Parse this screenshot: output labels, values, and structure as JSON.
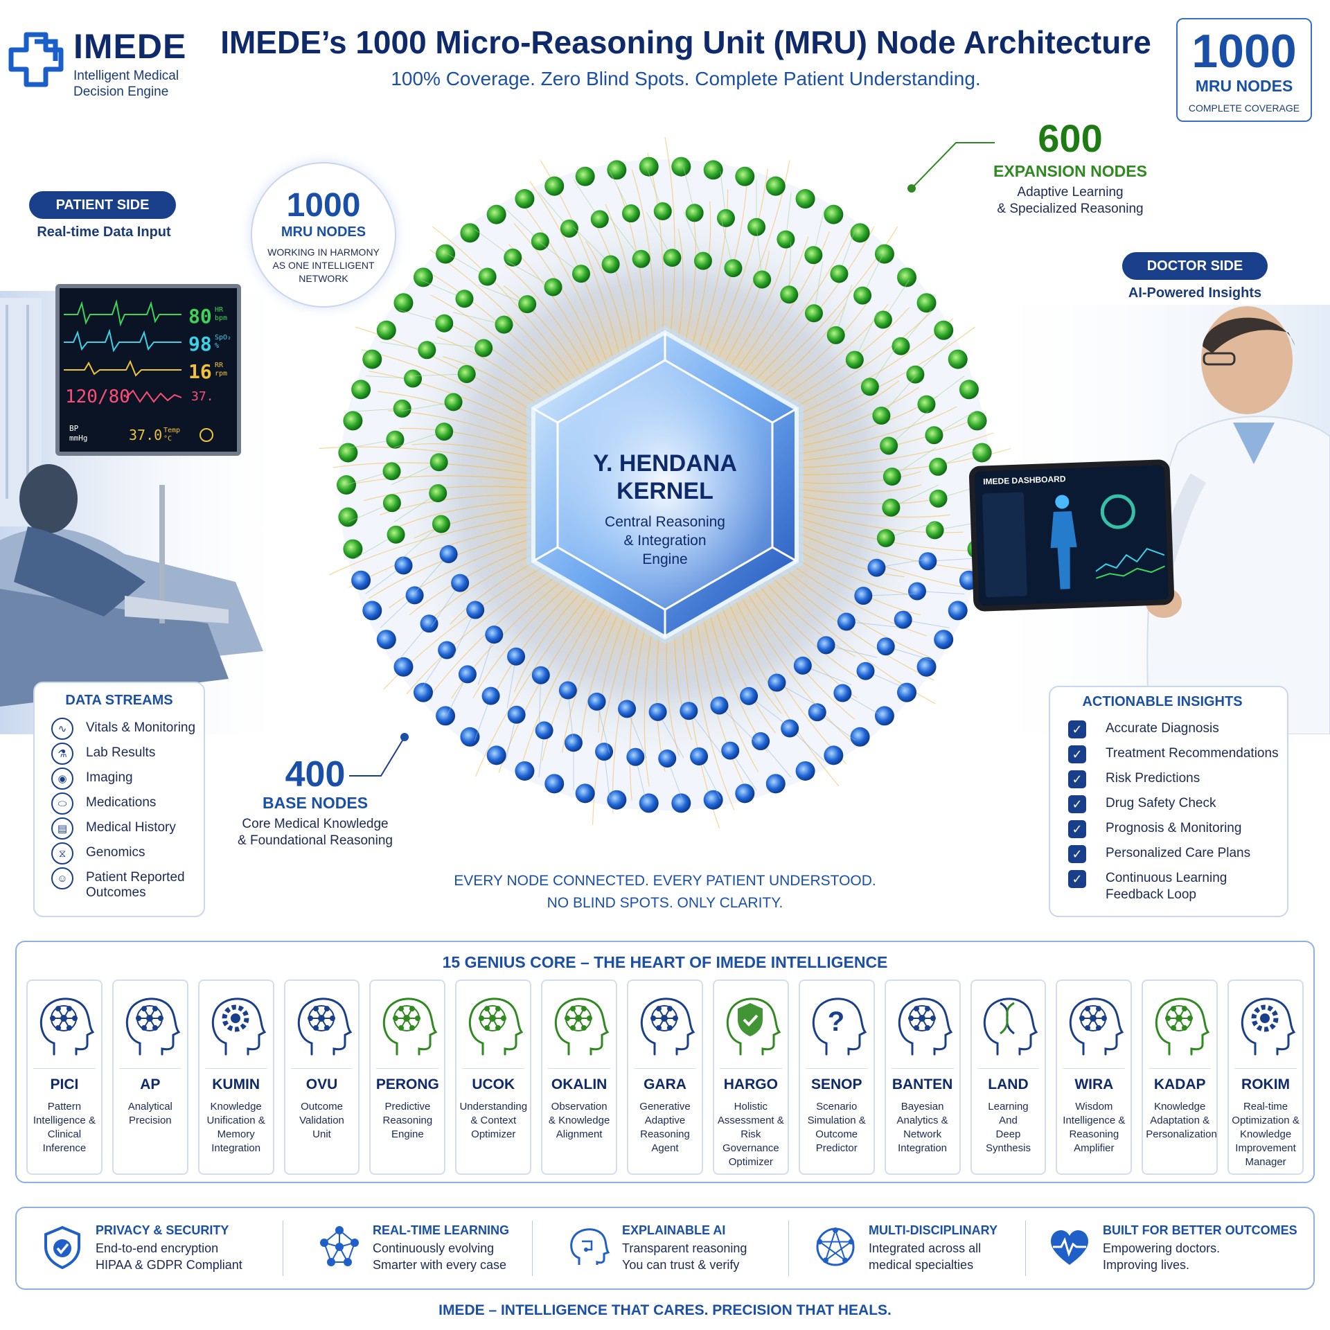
{
  "header": {
    "logo_title": "IMEDE",
    "logo_subtitle_1": "Intelligent Medical",
    "logo_subtitle_2": "Decision Engine",
    "title": "IMEDE’s 1000 Micro-Reasoning Unit (MRU) Node Architecture",
    "subtitle": "100% Coverage. Zero Blind Spots. Complete Patient Understanding.",
    "count_box": {
      "number": "1000",
      "label": "MRU NODES",
      "sub": "COMPLETE COVERAGE"
    }
  },
  "patient_side": {
    "label": "PATIENT SIDE",
    "sub": "Real-time Data Input"
  },
  "doctor_side": {
    "label": "DOCTOR SIDE",
    "sub": "AI-Powered Insights"
  },
  "harmony_badge": {
    "number": "1000",
    "label": "MRU NODES",
    "line1": "WORKING IN HARMONY",
    "line2": "AS ONE INTELLIGENT",
    "line3": "NETWORK"
  },
  "expansion": {
    "number": "600",
    "label": "EXPANSION NODES",
    "line1": "Adaptive Learning",
    "line2": "& Specialized Reasoning",
    "color": "#2e9a1e"
  },
  "base": {
    "number": "400",
    "label": "BASE NODES",
    "line1": "Core Medical Knowledge",
    "line2": "& Foundational Reasoning",
    "color": "#1f5fd0"
  },
  "kernel": {
    "title1": "Y. HENDANA",
    "title2": "KERNEL",
    "line1": "Central Reasoning",
    "line2": "& Integration",
    "line3": "Engine"
  },
  "monitor": {
    "hr": "80",
    "hr_unit1": "HR",
    "hr_unit2": "bpm",
    "spo2": "98",
    "spo2_unit1": "SpO₂",
    "spo2_unit2": "%",
    "rr": "16",
    "rr_unit1": "RR",
    "rr_unit2": "rpm",
    "bp": "120/80",
    "bp_label1": "BP",
    "bp_label2": "mmHg",
    "temp_small": "37.",
    "temp": "37.0",
    "temp_unit1": "Temp",
    "temp_unit2": "°C"
  },
  "tablet": {
    "title": "IMEDE DASHBOARD"
  },
  "data_streams": {
    "title": "DATA STREAMS",
    "items": [
      {
        "label": "Vitals & Monitoring",
        "icon": "pulse-icon"
      },
      {
        "label": "Lab Results",
        "icon": "flask-icon"
      },
      {
        "label": "Imaging",
        "icon": "scan-icon"
      },
      {
        "label": "Medications",
        "icon": "pill-icon"
      },
      {
        "label": "Medical History",
        "icon": "clipboard-icon"
      },
      {
        "label": "Genomics",
        "icon": "dna-icon"
      },
      {
        "label": "Patient Reported",
        "label2": "Outcomes",
        "icon": "person-icon"
      }
    ]
  },
  "actionable_insights": {
    "title": "ACTIONABLE INSIGHTS",
    "items": [
      {
        "label": "Accurate Diagnosis"
      },
      {
        "label": "Treatment Recommendations"
      },
      {
        "label": "Risk Predictions"
      },
      {
        "label": "Drug Safety Check"
      },
      {
        "label": "Prognosis & Monitoring"
      },
      {
        "label": "Personalized Care Plans"
      },
      {
        "label": "Continuous Learning",
        "label2": "Feedback Loop"
      }
    ]
  },
  "center_tagline": {
    "line1": "EVERY NODE CONNECTED. EVERY PATIENT UNDERSTOOD.",
    "line2": "NO BLIND SPOTS. ONLY CLARITY."
  },
  "genius_core": {
    "title": "15 GENIUS CORE – THE HEART OF IMEDE INTELLIGENCE",
    "cards": [
      {
        "code": "PICI",
        "lines": [
          "Pattern",
          "Intelligence &",
          "Clinical",
          "Inference"
        ],
        "icon": "brain-network-icon",
        "color": "#1a3f8a"
      },
      {
        "code": "AP",
        "lines": [
          "Analytical",
          "Precision"
        ],
        "icon": "brain-wheel-icon",
        "color": "#1a3f8a"
      },
      {
        "code": "KUMIN",
        "lines": [
          "Knowledge",
          "Unification &",
          "Memory",
          "Integration"
        ],
        "icon": "brain-gear-icon",
        "color": "#1a3f8a"
      },
      {
        "code": "OVU",
        "lines": [
          "Outcome",
          "Validation",
          "Unit"
        ],
        "icon": "brain-nodes-icon",
        "color": "#1a3f8a"
      },
      {
        "code": "PERONG",
        "lines": [
          "Predictive",
          "Reasoning",
          "Engine"
        ],
        "icon": "brain-mesh-icon",
        "color": "#2e8a1e"
      },
      {
        "code": "UCOK",
        "lines": [
          "Understanding",
          "& Context",
          "Optimizer"
        ],
        "icon": "brain-hub-icon",
        "color": "#2e8a1e"
      },
      {
        "code": "OKALIN",
        "lines": [
          "Observation",
          "& Knowledge",
          "Alignment"
        ],
        "icon": "brain-wheel-icon",
        "color": "#2e8a1e"
      },
      {
        "code": "GARA",
        "lines": [
          "Generative",
          "Adaptive",
          "Reasoning",
          "Agent"
        ],
        "icon": "brain-star-icon",
        "color": "#1a3f8a"
      },
      {
        "code": "HARGO",
        "lines": [
          "Holistic",
          "Assessment &",
          "Risk",
          "Governance",
          "Optimizer"
        ],
        "icon": "brain-shield-icon",
        "color": "#2e8a1e"
      },
      {
        "code": "SENOP",
        "lines": [
          "Scenario",
          "Simulation &",
          "Outcome",
          "Predictor"
        ],
        "icon": "brain-question-icon",
        "color": "#1a3f8a"
      },
      {
        "code": "BANTEN",
        "lines": [
          "Bayesian",
          "Analytics &",
          "Network",
          "Integration"
        ],
        "icon": "brain-network-icon",
        "color": "#1a3f8a"
      },
      {
        "code": "LAND",
        "lines": [
          "Learning",
          "And",
          "Deep",
          "Synthesis"
        ],
        "icon": "brain-dna-icon",
        "color": "#1a3f8a"
      },
      {
        "code": "WIRA",
        "lines": [
          "Wisdom",
          "Intelligence &",
          "Reasoning",
          "Amplifier"
        ],
        "icon": "brain-wheel-icon",
        "color": "#1a3f8a"
      },
      {
        "code": "KADAP",
        "lines": [
          "Knowledge",
          "Adaptation &",
          "Personalization"
        ],
        "icon": "brain-hub-icon",
        "color": "#2e8a1e"
      },
      {
        "code": "ROKIM",
        "lines": [
          "Real-time",
          "Optimization &",
          "Knowledge",
          "Improvement",
          "Manager"
        ],
        "icon": "brain-gear-icon",
        "color": "#1a3f8a"
      }
    ]
  },
  "features": [
    {
      "title": "PRIVACY & SECURITY",
      "line1": "End-to-end encryption",
      "line2": "HIPAA & GDPR Compliant",
      "icon": "shield-check-icon"
    },
    {
      "title": "REAL-TIME LEARNING",
      "line1": "Continuously evolving",
      "line2": "Smarter with every case",
      "icon": "network-icon"
    },
    {
      "title": "EXPLAINABLE AI",
      "line1": "Transparent reasoning",
      "line2": "You can trust & verify",
      "icon": "brain-circuit-icon"
    },
    {
      "title": "MULTI-DISCIPLINARY",
      "line1": "Integrated across all",
      "line2": "medical specialties",
      "icon": "star-network-icon"
    },
    {
      "title": "BUILT FOR BETTER OUTCOMES",
      "line1": "Empowering doctors.",
      "line2": "Improving lives.",
      "icon": "heart-pulse-icon"
    }
  ],
  "footer_tagline": "IMEDE – INTELLIGENCE THAT CARES. PRECISION THAT HEALS."
}
